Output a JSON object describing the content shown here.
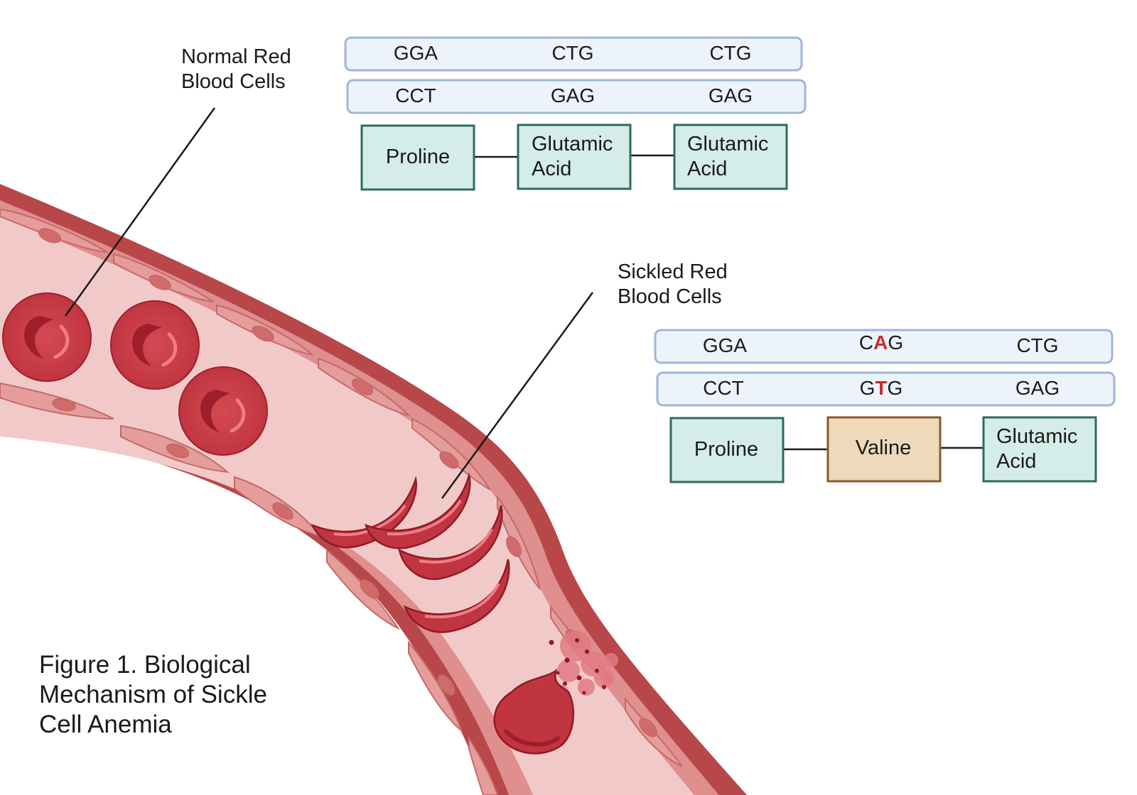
{
  "labels": {
    "normal_line1": "Normal Red",
    "normal_line2": "Blood Cells",
    "sickled_line1": "Sickled Red",
    "sickled_line2": "Blood Cells"
  },
  "normal_sequence": {
    "top_strand": [
      "GGA",
      "CTG",
      "CTG"
    ],
    "bottom_strand": [
      "CCT",
      "GAG",
      "GAG"
    ],
    "amino_acids": [
      {
        "line1": "Proline",
        "line2": ""
      },
      {
        "line1": "Glutamic",
        "line2": "Acid"
      },
      {
        "line1": "Glutamic",
        "line2": "Acid"
      }
    ]
  },
  "sickle_sequence": {
    "top_strand": [
      "GGA",
      "CAG",
      "CTG"
    ],
    "top_mutation": {
      "before": "C",
      "base": "A",
      "after": "G"
    },
    "bottom_strand": [
      "CCT",
      "GTG",
      "GAG"
    ],
    "bottom_mutation": {
      "before": "G",
      "base": "T",
      "after": "G"
    },
    "amino_acids": [
      {
        "line1": "Proline",
        "line2": ""
      },
      {
        "line1": "Valine",
        "line2": ""
      },
      {
        "line1": "Glutamic",
        "line2": "Acid"
      }
    ]
  },
  "caption": {
    "line1": "Figure 1. Biological",
    "line2": "Mechanism of Sickle",
    "line3": "Cell Anemia"
  },
  "colors": {
    "strand_fill": "#ecf3fb",
    "strand_stroke": "#9fb5da",
    "amino_fill": "#d5ede8",
    "amino_stroke": "#2e6b5f",
    "valine_fill": "#efd9bb",
    "valine_stroke": "#8a5a2b",
    "mutation": "#cc2b2b",
    "vessel_wall": "#b8474a",
    "vessel_lumen": "#f2c9c9",
    "rbc": "#c93a43",
    "rbc_dark": "#9e1f2b"
  }
}
